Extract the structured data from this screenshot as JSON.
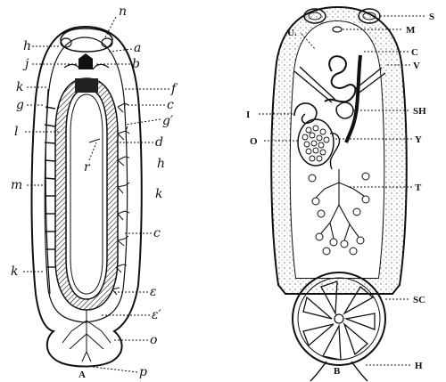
{
  "figure": {
    "left_panel": {
      "labels": {
        "n": "n",
        "h1": "h",
        "a": "a",
        "j": "j",
        "b": "b",
        "k1": "k",
        "f": "f",
        "g1": "g",
        "c1": "c",
        "g2": "g′",
        "l": "l",
        "d": "d",
        "r": "r",
        "h2": "h",
        "m": "m",
        "k2": "k",
        "c2": "c",
        "k3": "k",
        "e1": "ε",
        "e2": "ε′",
        "o": "o",
        "A": "A",
        "p": "p"
      }
    },
    "right_panel": {
      "labels": {
        "S": "S",
        "U": "U.",
        "M": "M",
        "C": "C",
        "V": "V",
        "I": "I",
        "SH": "SH",
        "O": "O",
        "Y": "Y",
        "T": "T",
        "SC": "SC",
        "B": "B",
        "H": "H"
      }
    }
  }
}
